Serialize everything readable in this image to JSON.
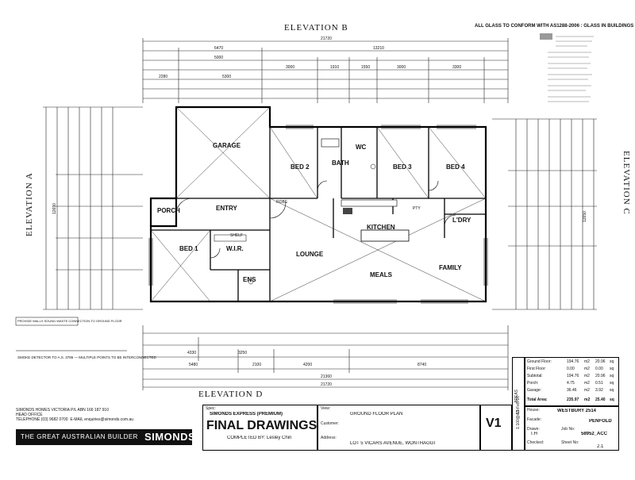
{
  "elevations": {
    "b": "ELEVATION B",
    "a": "ELEVATION A",
    "c": "ELEVATION C",
    "d": "ELEVATION D"
  },
  "glass_note": "ALL GLASS TO CONFORM WITH AS1288-2006 : GLASS IN BUILDINGS",
  "rooms": {
    "garage": "GARAGE",
    "porch": "PORCH",
    "entry": "ENTRY",
    "bed1": "BED 1",
    "wir": "W.I.R.",
    "ens": "ENS",
    "bed2": "BED 2",
    "bath": "BATH",
    "wc": "WC",
    "bed3": "BED 3",
    "bed4": "BED 4",
    "ldry": "L'DRY",
    "lounge": "LOUNGE",
    "kitchen": "KITCHEN",
    "meals": "MEALS",
    "family": "FAMILY",
    "robe": "ROBE",
    "pty": "PTY",
    "shelf": "SHELF"
  },
  "dimensions": {
    "top_overall": "21720",
    "top_6470": "6470",
    "top_13210": "13210",
    "top_5000": "5000",
    "top_3000a": "3000",
    "top_1910": "1910",
    "top_1550": "1550",
    "top_3000b": "3000",
    "top_3300": "3300",
    "top_2280": "2280",
    "top_5300": "5300",
    "bot_overall": "21720",
    "bot_21360": "21360",
    "bot_5480": "5480",
    "bot_2100": "2100",
    "bot_4200": "4200",
    "bot_8740": "8740",
    "bot_4330": "4330",
    "bot_3250": "3250",
    "left_12690": "12690",
    "right_12650": "12650"
  },
  "notes": {
    "smoke": "SMOKE DETECTOR TO A.S. 3786 — MULTIPLE POINTS TO BE INTERCONNECTED",
    "provide": "PROVIDE WALLS SOUND WASTE CONNECTION TO GROUND FLOOR"
  },
  "company": {
    "line1": "SIMONDS HOMES VICTORIA P/L  ABN 166 187 910",
    "head_office": "HEAD OFFICE",
    "telephone": "TELEPHONE (03) 9682 0700",
    "email": "E-MAIL enquiries@simonds.com.au",
    "tagline": "THE GREAT AUSTRALIAN BUILDER",
    "logo": "SIMONDS"
  },
  "title_block": {
    "spec_label": "Spec:",
    "spec_value": "SIMONDS EXPRESS (PREMIUM)",
    "final": "FINAL DRAWINGS",
    "completed_by": "COMPLETED BY: Lesley Chin",
    "view_label": "View:",
    "view_value": "GROUND FLOOR PLAN",
    "customer_label": "Customer:",
    "address_label": "Address:",
    "address_value": "LOT 5 VICARS AVENUE, WONTHAGGI",
    "version": "V1",
    "scale": "1:100@A3",
    "date": "15-Feb-16",
    "house_label": "House:",
    "house_value": "WESTBURY 2514",
    "facade_label": "Facade:",
    "facade_value": "PENFOLD",
    "drawn_label": "Drawn:",
    "drawn_value": "T.H",
    "job_label": "Job No:",
    "job_value": "58952_ACC",
    "checked_label": "Checked:",
    "sheet_label": "Sheet No:",
    "sheet_value": "2.1"
  },
  "areas": {
    "heading": "AREAS",
    "rows": [
      {
        "label": "Ground Floor:",
        "m2": "194.76",
        "unit": "m2",
        "sq": "20.96",
        "squ": "sq"
      },
      {
        "label": "First Floor:",
        "m2": "0.00",
        "unit": "m2",
        "sq": "0.00",
        "squ": "sq"
      },
      {
        "label": "Subtotal:",
        "m2": "194.76",
        "unit": "m2",
        "sq": "20.96",
        "squ": "sq"
      },
      {
        "label": "Porch:",
        "m2": "4.75",
        "unit": "m2",
        "sq": "0.51",
        "squ": "sq"
      },
      {
        "label": "Garage:",
        "m2": "36.46",
        "unit": "m2",
        "sq": "3.92",
        "squ": "sq"
      },
      {
        "label": "Total Area:",
        "m2": "235.97",
        "unit": "m2",
        "sq": "25.40",
        "squ": "sq"
      }
    ]
  }
}
